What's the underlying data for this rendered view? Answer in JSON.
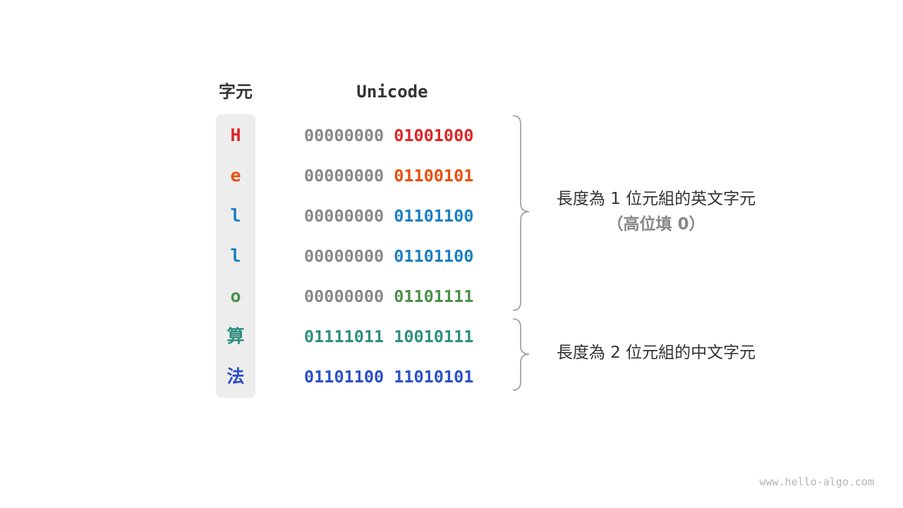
{
  "headers": {
    "char": "字元",
    "unicode": "Unicode"
  },
  "rows": [
    {
      "char": "H",
      "hi": "00000000",
      "lo": "01001000",
      "char_color": "#dc2626",
      "hi_color": "#888888",
      "lo_color": "#dc2626"
    },
    {
      "char": "e",
      "hi": "00000000",
      "lo": "01100101",
      "char_color": "#e8500f",
      "hi_color": "#888888",
      "lo_color": "#e8500f"
    },
    {
      "char": "l",
      "hi": "00000000",
      "lo": "01101100",
      "char_color": "#1a7fc1",
      "hi_color": "#888888",
      "lo_color": "#1a7fc1"
    },
    {
      "char": "l",
      "hi": "00000000",
      "lo": "01101100",
      "char_color": "#1a7fc1",
      "hi_color": "#888888",
      "lo_color": "#1a7fc1"
    },
    {
      "char": "o",
      "hi": "00000000",
      "lo": "01101111",
      "char_color": "#4a8f4a",
      "hi_color": "#888888",
      "lo_color": "#4a8f4a"
    },
    {
      "char": "算",
      "hi": "01111011",
      "lo": "10010111",
      "char_color": "#2f8f7f",
      "hi_color": "#2f8f7f",
      "lo_color": "#2f8f7f"
    },
    {
      "char": "法",
      "hi": "01101100",
      "lo": "11010101",
      "char_color": "#2b4fc7",
      "hi_color": "#2b4fc7",
      "lo_color": "#2b4fc7"
    }
  ],
  "annotations": {
    "one_byte": {
      "main": "長度為 1 位元組的英文字元",
      "note": "（高位填 0）"
    },
    "two_byte": {
      "main": "長度為 2 位元組的中文字元"
    }
  },
  "colors": {
    "header_text": "#333333",
    "char_box": "#ededed",
    "brace": "#999999",
    "watermark": "#b5b5b5"
  },
  "watermark": "www.hello-algo.com"
}
